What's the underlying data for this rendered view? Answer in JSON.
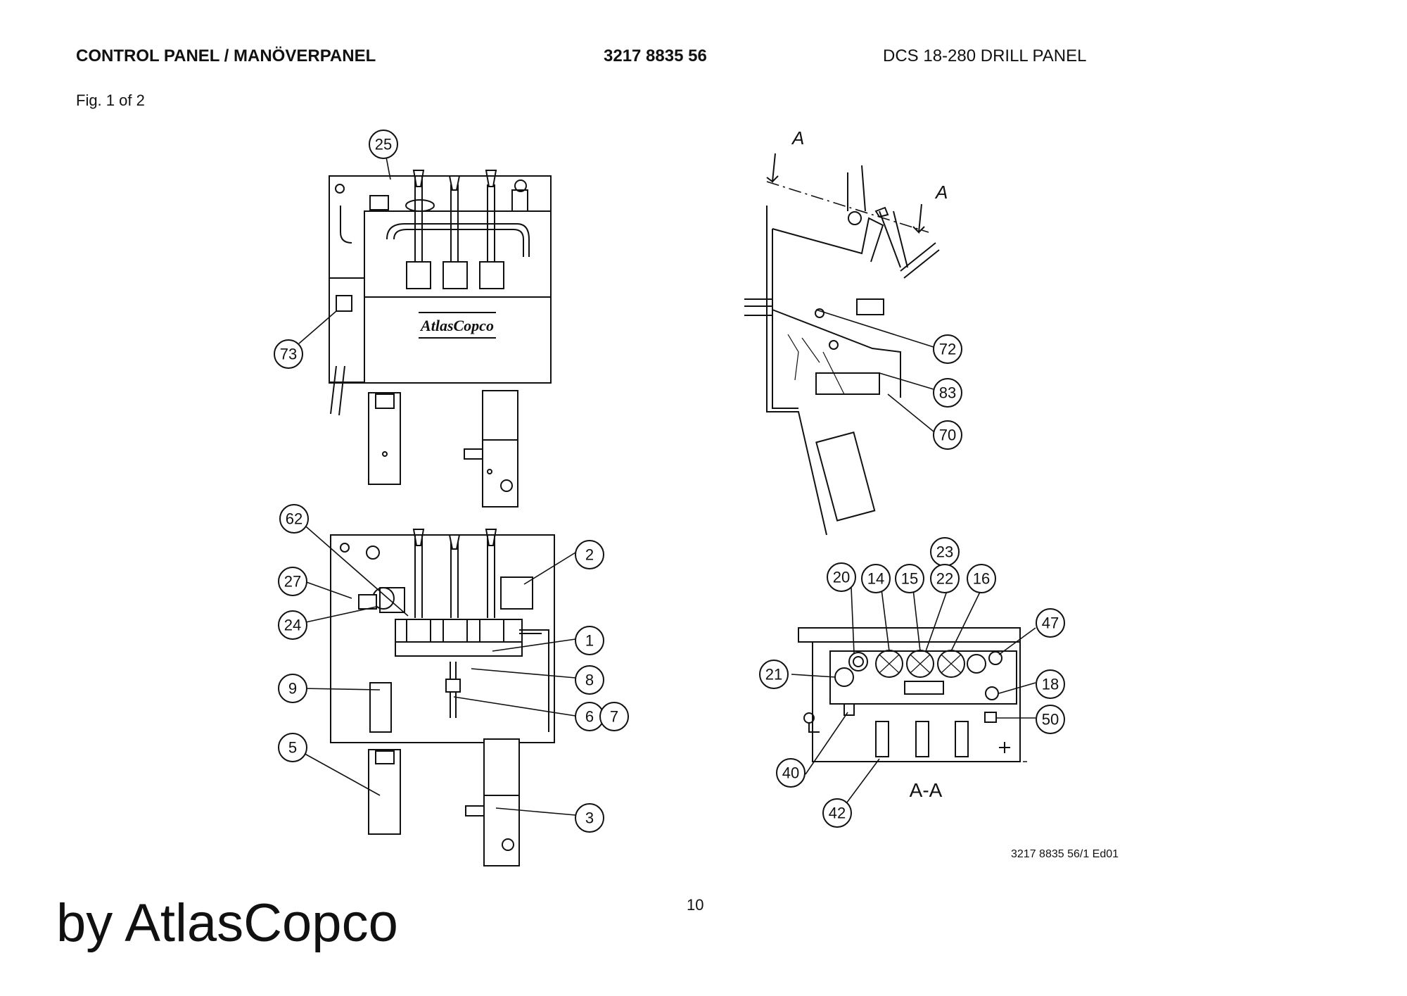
{
  "header": {
    "title_left": "CONTROL PANEL / MANÖVERPANEL",
    "part_number": "3217 8835 56",
    "title_right": "DCS 18-280 DRILL PANEL"
  },
  "figure_label": "Fig. 1 of 2",
  "drawing_reference": "3217 8835 56/1 Ed01",
  "page_number": "10",
  "credit": "by AtlasCopco",
  "drawing": {
    "logo_text": "AtlasCopco",
    "section_label": "A-A",
    "section_marker_left": "A",
    "section_marker_right": "A",
    "callouts": {
      "c25": "25",
      "c73": "73",
      "c72": "72",
      "c83": "83",
      "c70": "70",
      "c62": "62",
      "c27": "27",
      "c24": "24",
      "c2": "2",
      "c1": "1",
      "c8": "8",
      "c9": "9",
      "c6": "6",
      "c7": "7",
      "c5": "5",
      "c3": "3",
      "c23": "23",
      "c20": "20",
      "c14": "14",
      "c15": "15",
      "c22": "22",
      "c16": "16",
      "c47": "47",
      "c21": "21",
      "c18": "18",
      "c50": "50",
      "c40": "40",
      "c42": "42"
    }
  }
}
